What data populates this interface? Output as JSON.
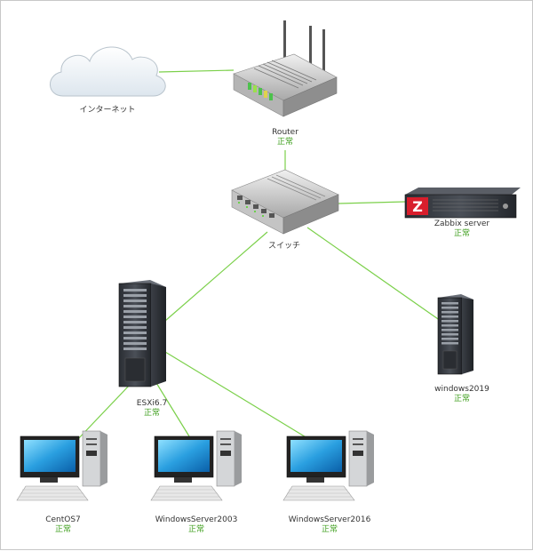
{
  "map": {
    "link_color": "#7bd04a",
    "status_color": "#3f9f1e",
    "nodes": {
      "internet": {
        "name": "インターネット",
        "icon": "cloud-icon"
      },
      "router": {
        "name": "Router",
        "status": "正常",
        "icon": "router-icon"
      },
      "switch": {
        "name": "スイッチ",
        "icon": "switch-icon"
      },
      "zabbix": {
        "name": "Zabbix server",
        "status": "正常",
        "icon": "rack-server-icon"
      },
      "esxi": {
        "name": "ESXi6.7",
        "status": "正常",
        "icon": "tower-server-icon"
      },
      "win2019": {
        "name": "windows2019",
        "status": "正常",
        "icon": "tower-server-icon"
      },
      "centos7": {
        "name": "CentOS7",
        "status": "正常",
        "icon": "workstation-icon"
      },
      "ws2003": {
        "name": "WindowsServer2003",
        "status": "正常",
        "icon": "workstation-icon"
      },
      "ws2016": {
        "name": "WindowsServer2016",
        "status": "正常",
        "icon": "workstation-icon"
      }
    }
  }
}
